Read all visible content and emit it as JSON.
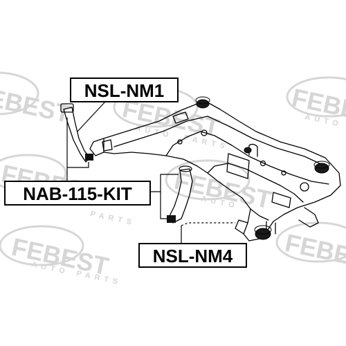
{
  "watermark": {
    "brand": "FEBEST",
    "tagline_left": "AUTO",
    "tagline_right": "PARTS",
    "color": "#d8d8d8"
  },
  "labels": {
    "part_nm1": "NSL-NM1",
    "part_kit": "NAB-115-KIT",
    "part_nm4": "NSL-NM4"
  },
  "colors": {
    "ink": "#000000",
    "paper": "#ffffff"
  }
}
